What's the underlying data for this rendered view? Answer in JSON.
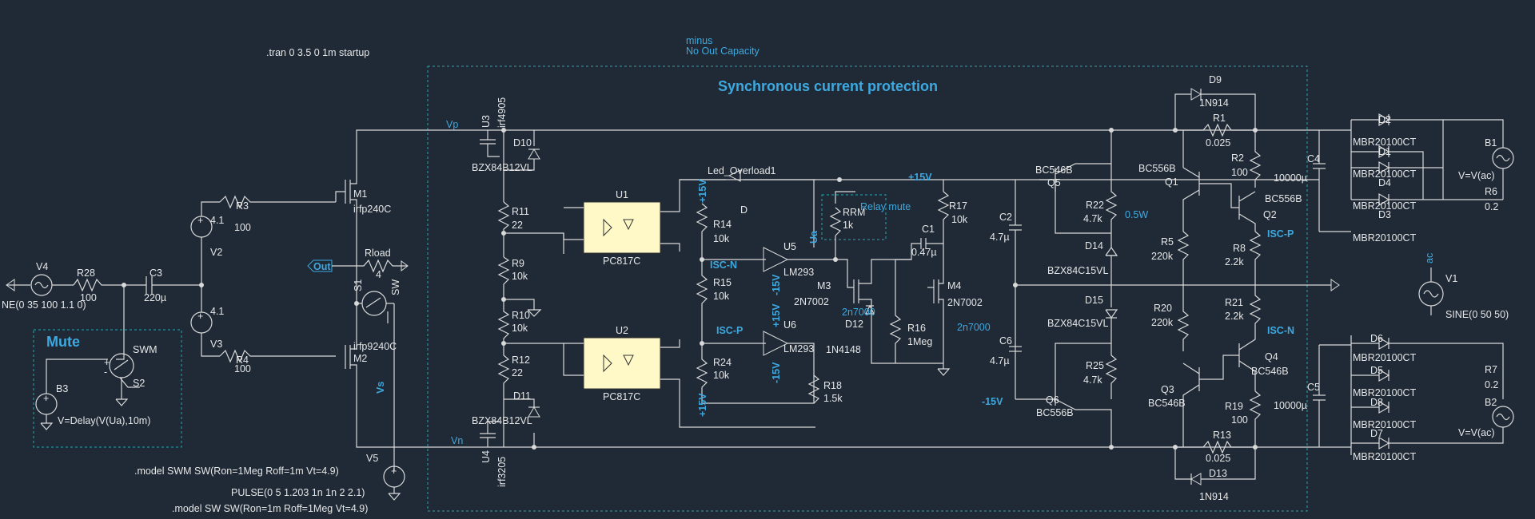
{
  "colors": {
    "background": "#1f2a36",
    "wire": "#d9d9d9",
    "net_label": "#3da9e0",
    "frame": "#2aa7b0",
    "opto_fill": "#fff9c8"
  },
  "directives": {
    "tran": ".tran 0 3.5 0 1m startup",
    "model_swm": ".model SWM SW(Ron=1Meg Roff=1m Vt=4.9)",
    "v5_pulse": "PULSE(0 5 1.203 1n 1n 2 2.1)",
    "model_sw": ".model SW SW(Ron=1m Roff=1Meg Vt=4.9)"
  },
  "notes": {
    "minus": "minus",
    "no_out_cap": "No Out Capacity",
    "relay_mute": "Relay mute"
  },
  "titles": {
    "sync": "Synchronous current protection",
    "mute": "Mute"
  },
  "labels": {
    "V4": "V4",
    "V4_val": "NE(0 35 100 1.1 0)",
    "R28": "R28",
    "R28_val": "100",
    "C3": "C3",
    "C3_val": "220µ",
    "R3": "R3",
    "R3_val": "100",
    "R4": "R4",
    "R4_val": "100",
    "V2": "V2",
    "V2_val": "4.1",
    "V3": "V3",
    "V3_val": "4.1",
    "M1": "M1",
    "M1_val": "irfp240C",
    "M2": "M2",
    "M2_val": "irfp9240C",
    "out": "Out",
    "Rload": "Rload",
    "Rload_val": "4",
    "S1": "S1",
    "SW": "SW",
    "Vs": "Vs",
    "Vp": "Vp",
    "Vn": "Vn",
    "V5": "V5",
    "B3": "B3",
    "B3_val": "V=Delay(V(Ua),10m)",
    "SWM": "SWM",
    "S2": "S2",
    "U3": "U3",
    "U3_val": "irf4905",
    "U4": "U4",
    "U4_val": "irf3205",
    "D10": "D10",
    "D11": "D11",
    "BZX_a": "BZX84B12VL",
    "BZX_b": "BZX84B12VL",
    "R11": "R11",
    "R11_val": "22",
    "R9": "R9",
    "R9_val": "10k",
    "R10": "R10",
    "R10_val": "10k",
    "R12": "R12",
    "R12_val": "22",
    "U1": "U1",
    "U1_val": "PC817C",
    "U2": "U2",
    "U2_val": "PC817C",
    "led": "Led_Overload1",
    "D": "D",
    "R14": "R14",
    "R14_val": "10k",
    "R15": "R15",
    "R15_val": "10k",
    "R24": "R24",
    "R24_val": "10k",
    "U5": "U5",
    "U5_val": "LM293",
    "U6": "U6",
    "U6_val": "LM293",
    "iscn": "ISC-N",
    "iscp": "ISC-P",
    "p15": "+15V",
    "m15": "-15V",
    "ua": "Ua",
    "RRM": "RRM",
    "RRM_val": "1k",
    "C1": "C1",
    "C1_val": "0.47µ",
    "R17": "R17",
    "R17_val": "10k",
    "M3": "M3",
    "M3_val": "2N7002",
    "M3_model": "2n7000",
    "M4": "M4",
    "M4_val": "2N7002",
    "M4_model": "2n7000",
    "D12": "D12",
    "D12_val": "1N4148",
    "R16": "R16",
    "R16_val": "1Meg",
    "R18": "R18",
    "R18_val": "1.5k",
    "C2": "C2",
    "C2_val": "4.7µ",
    "C6": "C6",
    "C6_val": "4.7µ",
    "Q5": "Q5",
    "Q5_val": "BC546B",
    "Q6": "Q6",
    "Q6_val": "BC556B",
    "R22": "R22",
    "R22_val": "4.7k",
    "w05": "0.5W",
    "R25": "R25",
    "R25_val": "4.7k",
    "D14": "D14",
    "D14_val": "BZX84C15VL",
    "D15": "D15",
    "D15_val": "BZX84C15VL",
    "D9": "D9",
    "D9_val": "1N914",
    "R1": "R1",
    "R1_val": "0.025",
    "Q1": "Q1",
    "Q1_val": "BC556B",
    "Q2": "Q2",
    "Q2_val": "BC556B",
    "R2": "R2",
    "R2_val": "100",
    "R5": "R5",
    "R5_val": "220k",
    "R8": "R8",
    "R8_val": "2.2k",
    "R20": "R20",
    "R20_val": "220k",
    "R21": "R21",
    "R21_val": "2.2k",
    "Q3": "Q3",
    "Q3_val": "BC546B",
    "Q4": "Q4",
    "Q4_val": "BC546B",
    "R19": "R19",
    "R19_val": "100",
    "R13": "R13",
    "R13_val": "0.025",
    "D13": "D13",
    "D13_val": "1N914",
    "C4": "C4",
    "C4_val": "10000µ",
    "C5": "C5",
    "C5_val": "10000µ",
    "D1": "D1",
    "D2": "D2",
    "D3": "D3",
    "D4": "D4",
    "D5": "D5",
    "D6": "D6",
    "D7": "D7",
    "D8": "D8",
    "mbr": "MBR20100CT",
    "B1": "B1",
    "B1_val": "V=V(ac)",
    "B2": "B2",
    "B2_val": "V=V(ac)",
    "R6": "R6",
    "R6_val": "0.2",
    "R7": "R7",
    "R7_val": "0.2",
    "V1": "V1",
    "V1_val": "SINE(0 50 50)",
    "ac": "ac"
  }
}
